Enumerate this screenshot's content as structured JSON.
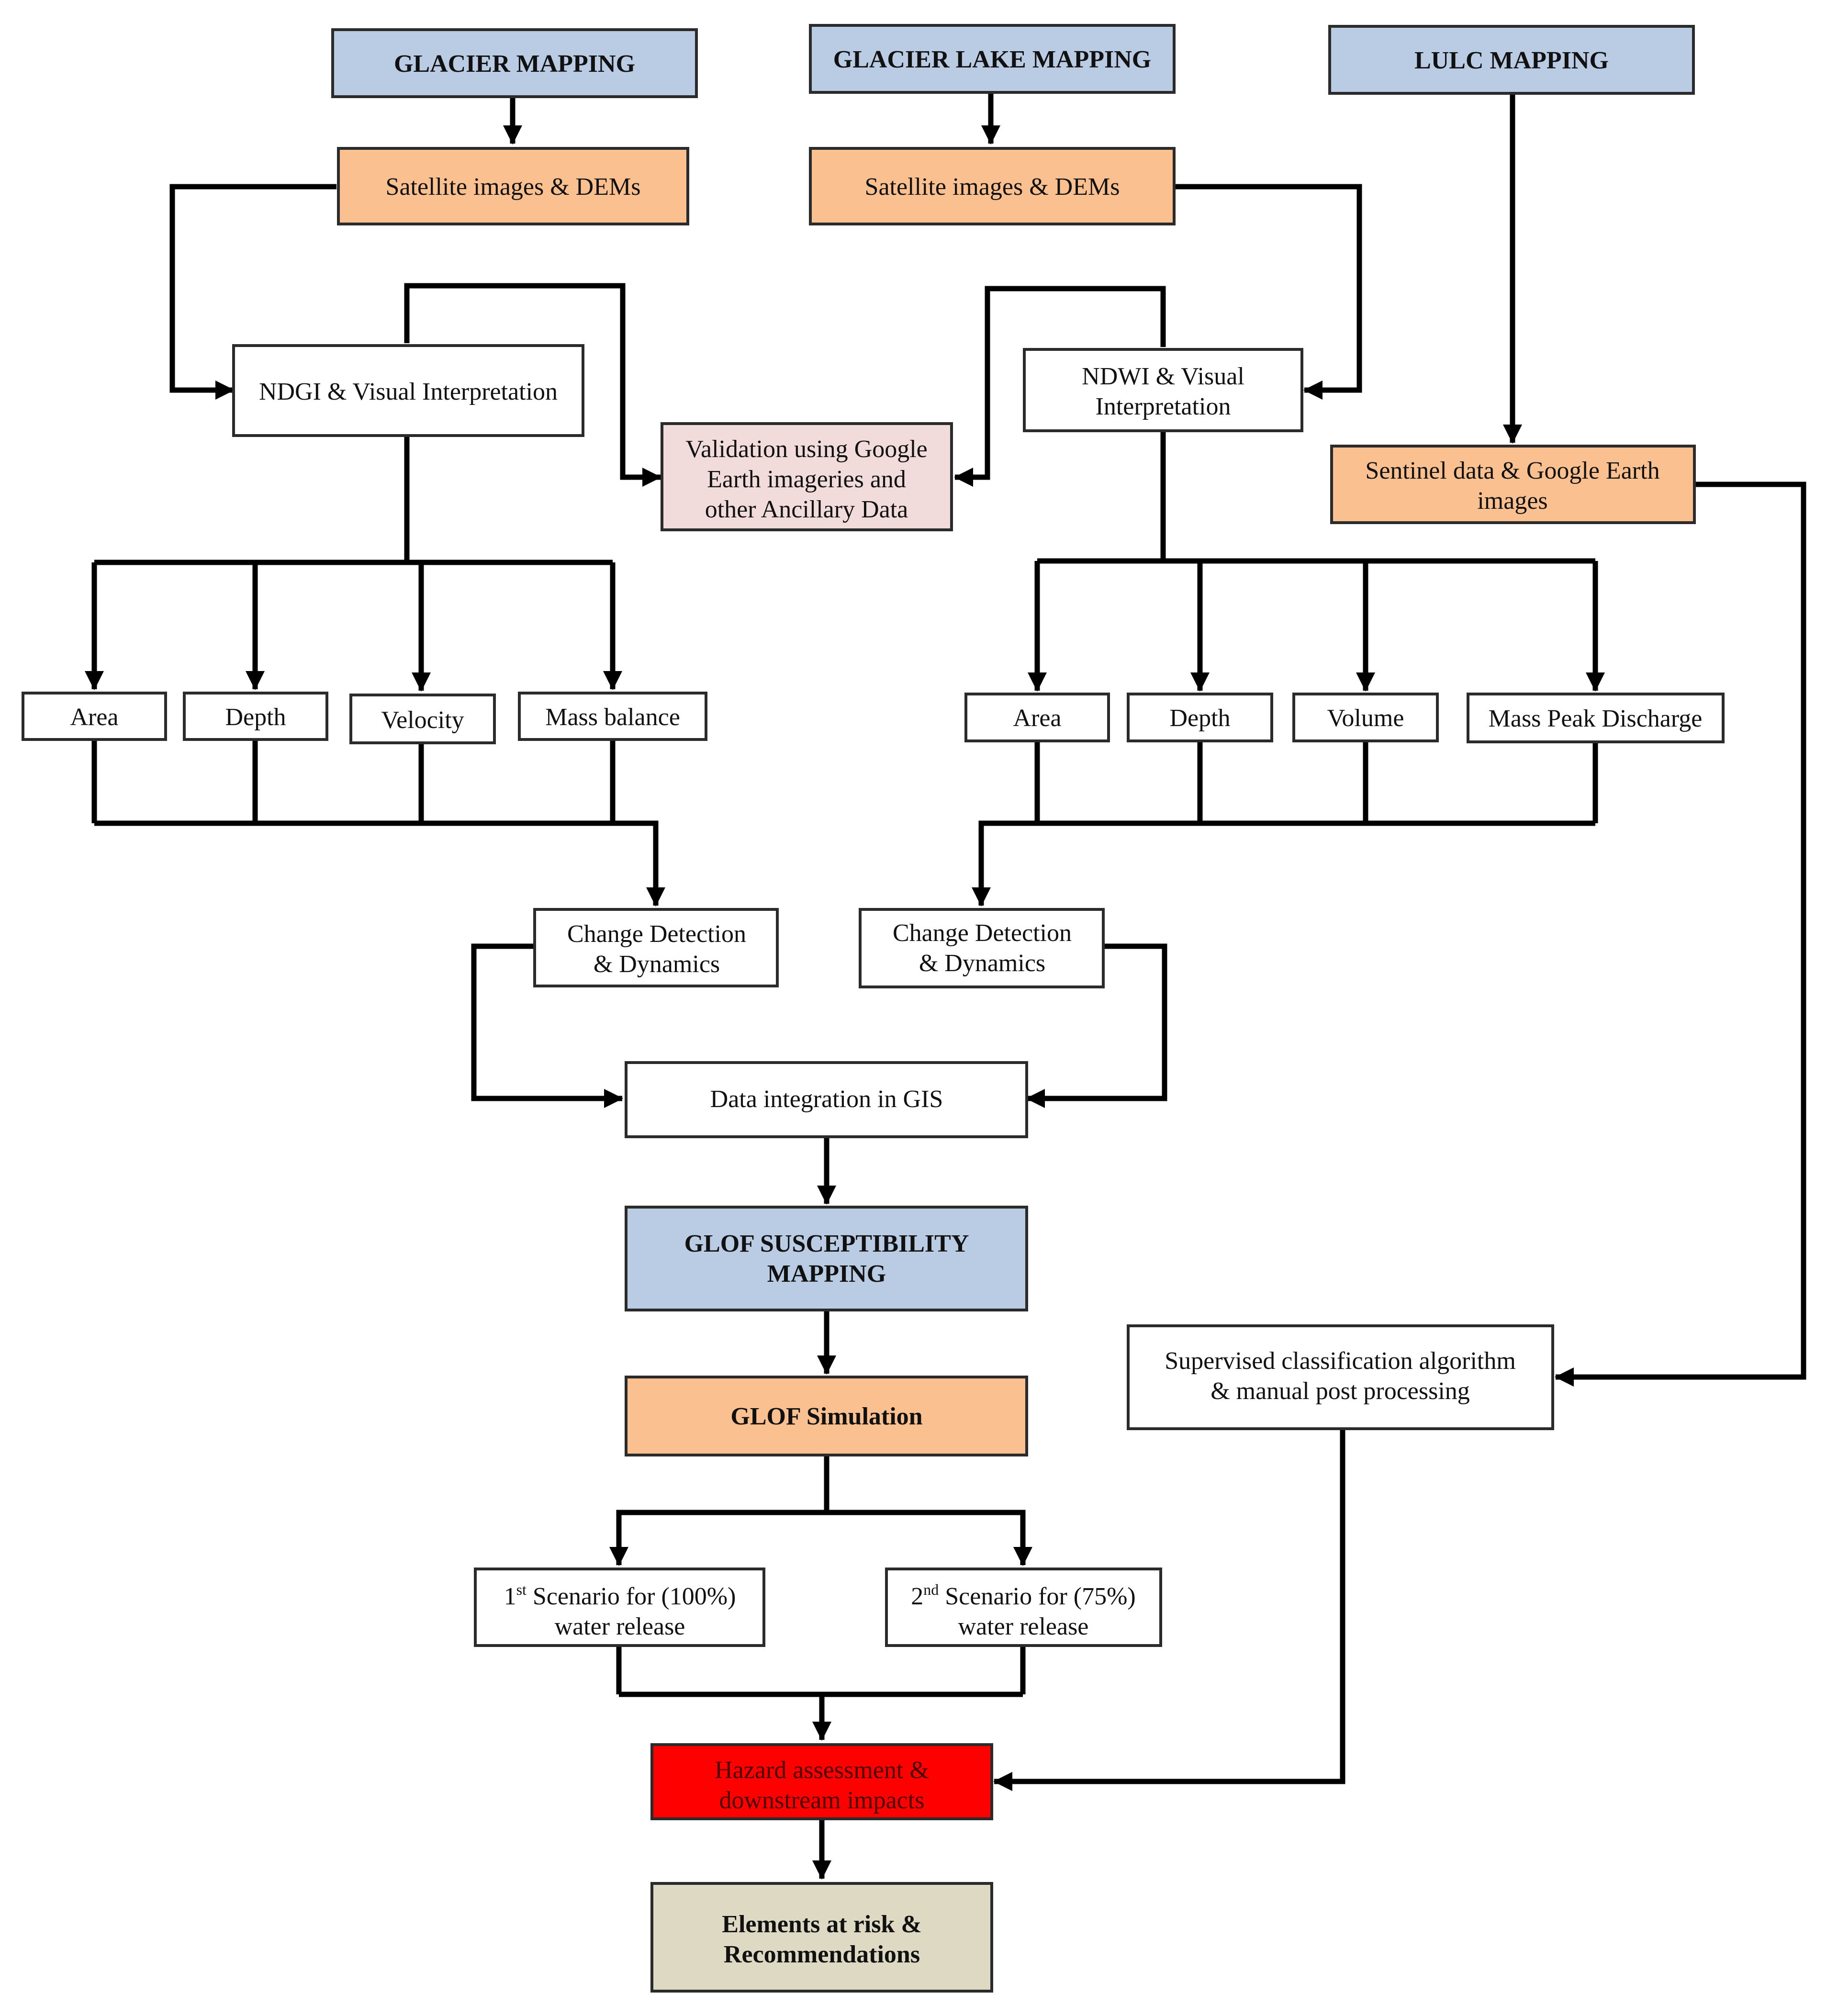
{
  "colors": {
    "blue": "#b9cce4",
    "orange": "#fac090",
    "pink": "#f2dcdb",
    "white": "#ffffff",
    "red": "#ff0000",
    "tan": "#ddd9c3"
  },
  "nodes": {
    "glacier_mapping": "GLACIER MAPPING",
    "glacier_lake_mapping": "GLACIER LAKE MAPPING",
    "lulc_mapping": "LULC MAPPING",
    "sat_images_1": "Satellite images & DEMs",
    "sat_images_2": "Satellite images & DEMs",
    "ndgi": "NDGI & Visual Interpretation",
    "validation_l1": "Validation using Google",
    "validation_l2": "Earth  imageries and",
    "validation_l3": "other Ancillary Data",
    "ndwi_l1": "NDWI & Visual",
    "ndwi_l2": "Interpretation",
    "sentinel_l1": "Sentinel data  & Google Earth",
    "sentinel_l2": "images",
    "g_area": "Area",
    "g_depth": "Depth",
    "g_velocity": "Velocity",
    "g_mass_balance": "Mass balance",
    "l_area": "Area",
    "l_depth": "Depth",
    "l_volume": "Volume",
    "l_mass_peak": "Mass Peak Discharge",
    "change_left_l1": "Change Detection",
    "change_left_l2": "& Dynamics",
    "change_right_l1": "Change Detection",
    "change_right_l2": "& Dynamics",
    "data_integration": "Data integration in GIS",
    "glof_susc_l1": "GLOF SUSCEPTIBILITY",
    "glof_susc_l2": "MAPPING",
    "glof_sim": "GLOF Simulation",
    "supervised_l1": "Supervised classification algorithm",
    "supervised_l2": "& manual post processing",
    "scenario1_num": "1",
    "scenario1_sup": "st",
    "scenario1_rest": " Scenario for (100%)",
    "scenario1_l2": "water release",
    "scenario2_num": "2",
    "scenario2_sup": "nd",
    "scenario2_rest": " Scenario for (75%)",
    "scenario2_l2": "water release",
    "hazard_l1": "Hazard assessment &",
    "hazard_l2": "downstream impacts",
    "elements_l1": "Elements at risk &",
    "elements_l2": "Recommendations"
  }
}
